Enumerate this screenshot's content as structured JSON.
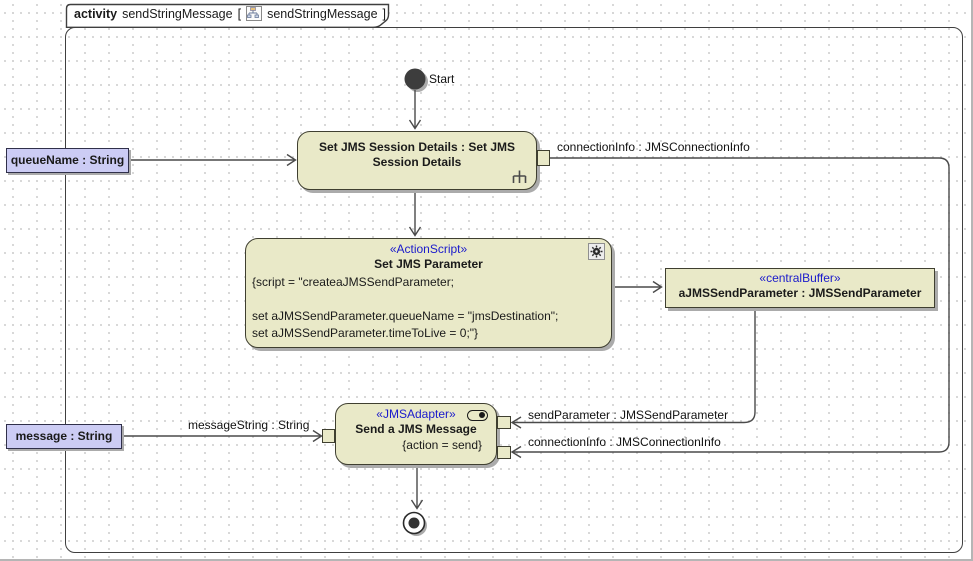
{
  "header": {
    "keyword": "activity",
    "name": "sendStringMessage",
    "open_bracket": "[",
    "diagram": "sendStringMessage",
    "close_bracket": "]"
  },
  "nodes": {
    "start": {
      "label": "Start"
    },
    "set_session": {
      "title": "Set JMS Session Details : Set JMS Session Details"
    },
    "set_parameter": {
      "stereotype": "«ActionScript»",
      "title": "Set JMS Parameter",
      "script_lines": [
        "{script = \"createaJMSSendParameter;",
        "",
        "set aJMSSendParameter.queueName = \"jmsDestination\";",
        "set aJMSSendParameter.timeToLive = 0;\"}"
      ]
    },
    "buffer": {
      "stereotype": "«centralBuffer»",
      "title": "aJMSSendParameter : JMSSendParameter"
    },
    "send": {
      "stereotype": "«JMSAdapter»",
      "title": "Send a JMS Message",
      "constraint": "{action = send}"
    }
  },
  "parameters": {
    "queue_name": "queueName : String",
    "message": "message : String"
  },
  "edge_labels": {
    "connection_info_top": "connectionInfo : JMSConnectionInfo",
    "message_string": "messageString : String",
    "send_parameter": "sendParameter : JMSSendParameter",
    "connection_info_bottom": "connectionInfo : JMSConnectionInfo"
  },
  "colors": {
    "node_fill": "#e9e9c8",
    "node_border": "#3f3f30",
    "param_fill": "#ccccf4",
    "stereotype_text": "#1a1acc",
    "edge": "#4a4a4a"
  }
}
